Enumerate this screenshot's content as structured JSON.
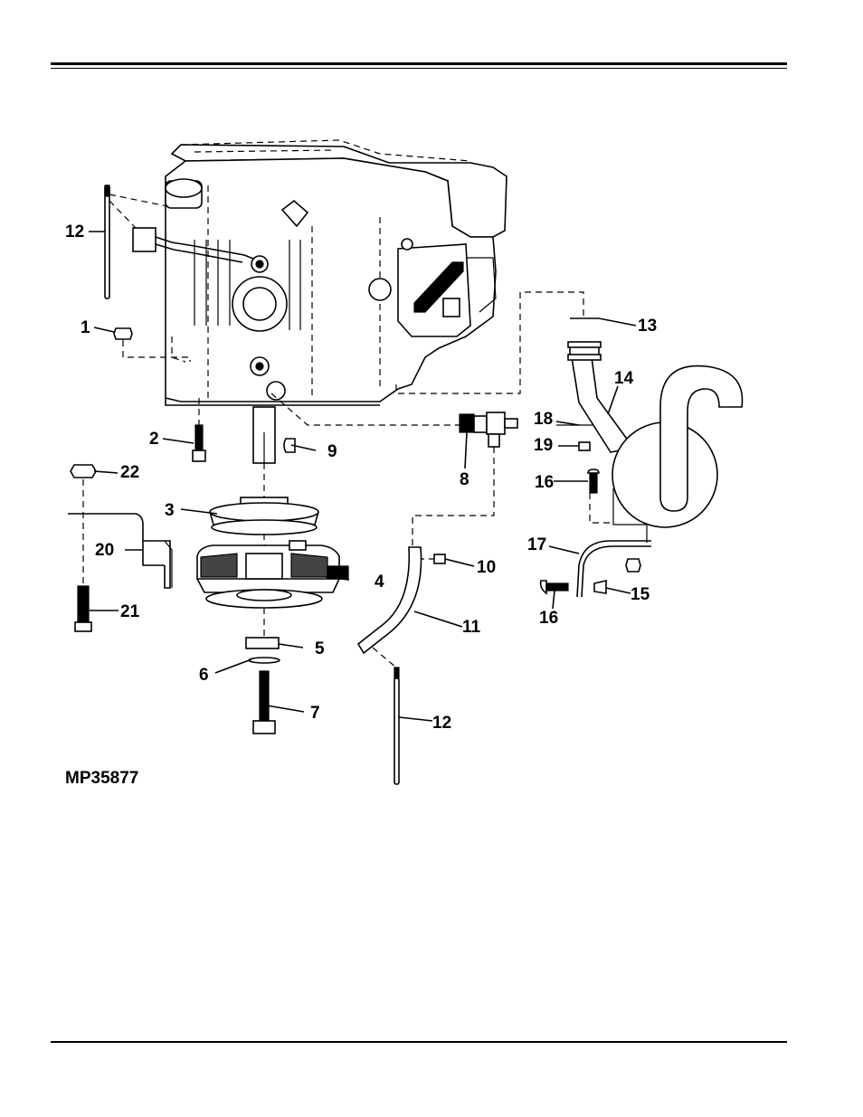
{
  "figure": {
    "id_label": "MP35877"
  },
  "callouts": [
    {
      "key": "c1",
      "label": "1"
    },
    {
      "key": "c2",
      "label": "2"
    },
    {
      "key": "c3",
      "label": "3"
    },
    {
      "key": "c4",
      "label": "4"
    },
    {
      "key": "c5",
      "label": "5"
    },
    {
      "key": "c6",
      "label": "6"
    },
    {
      "key": "c7",
      "label": "7"
    },
    {
      "key": "c8",
      "label": "8"
    },
    {
      "key": "c9",
      "label": "9"
    },
    {
      "key": "c10",
      "label": "10"
    },
    {
      "key": "c11",
      "label": "11"
    },
    {
      "key": "c12a",
      "label": "12"
    },
    {
      "key": "c12b",
      "label": "12"
    },
    {
      "key": "c13",
      "label": "13"
    },
    {
      "key": "c14",
      "label": "14"
    },
    {
      "key": "c15",
      "label": "15"
    },
    {
      "key": "c16a",
      "label": "16"
    },
    {
      "key": "c16b",
      "label": "16"
    },
    {
      "key": "c17",
      "label": "17"
    },
    {
      "key": "c18",
      "label": "18"
    },
    {
      "key": "c19",
      "label": "19"
    },
    {
      "key": "c20",
      "label": "20"
    },
    {
      "key": "c21",
      "label": "21"
    },
    {
      "key": "c22",
      "label": "22"
    }
  ]
}
